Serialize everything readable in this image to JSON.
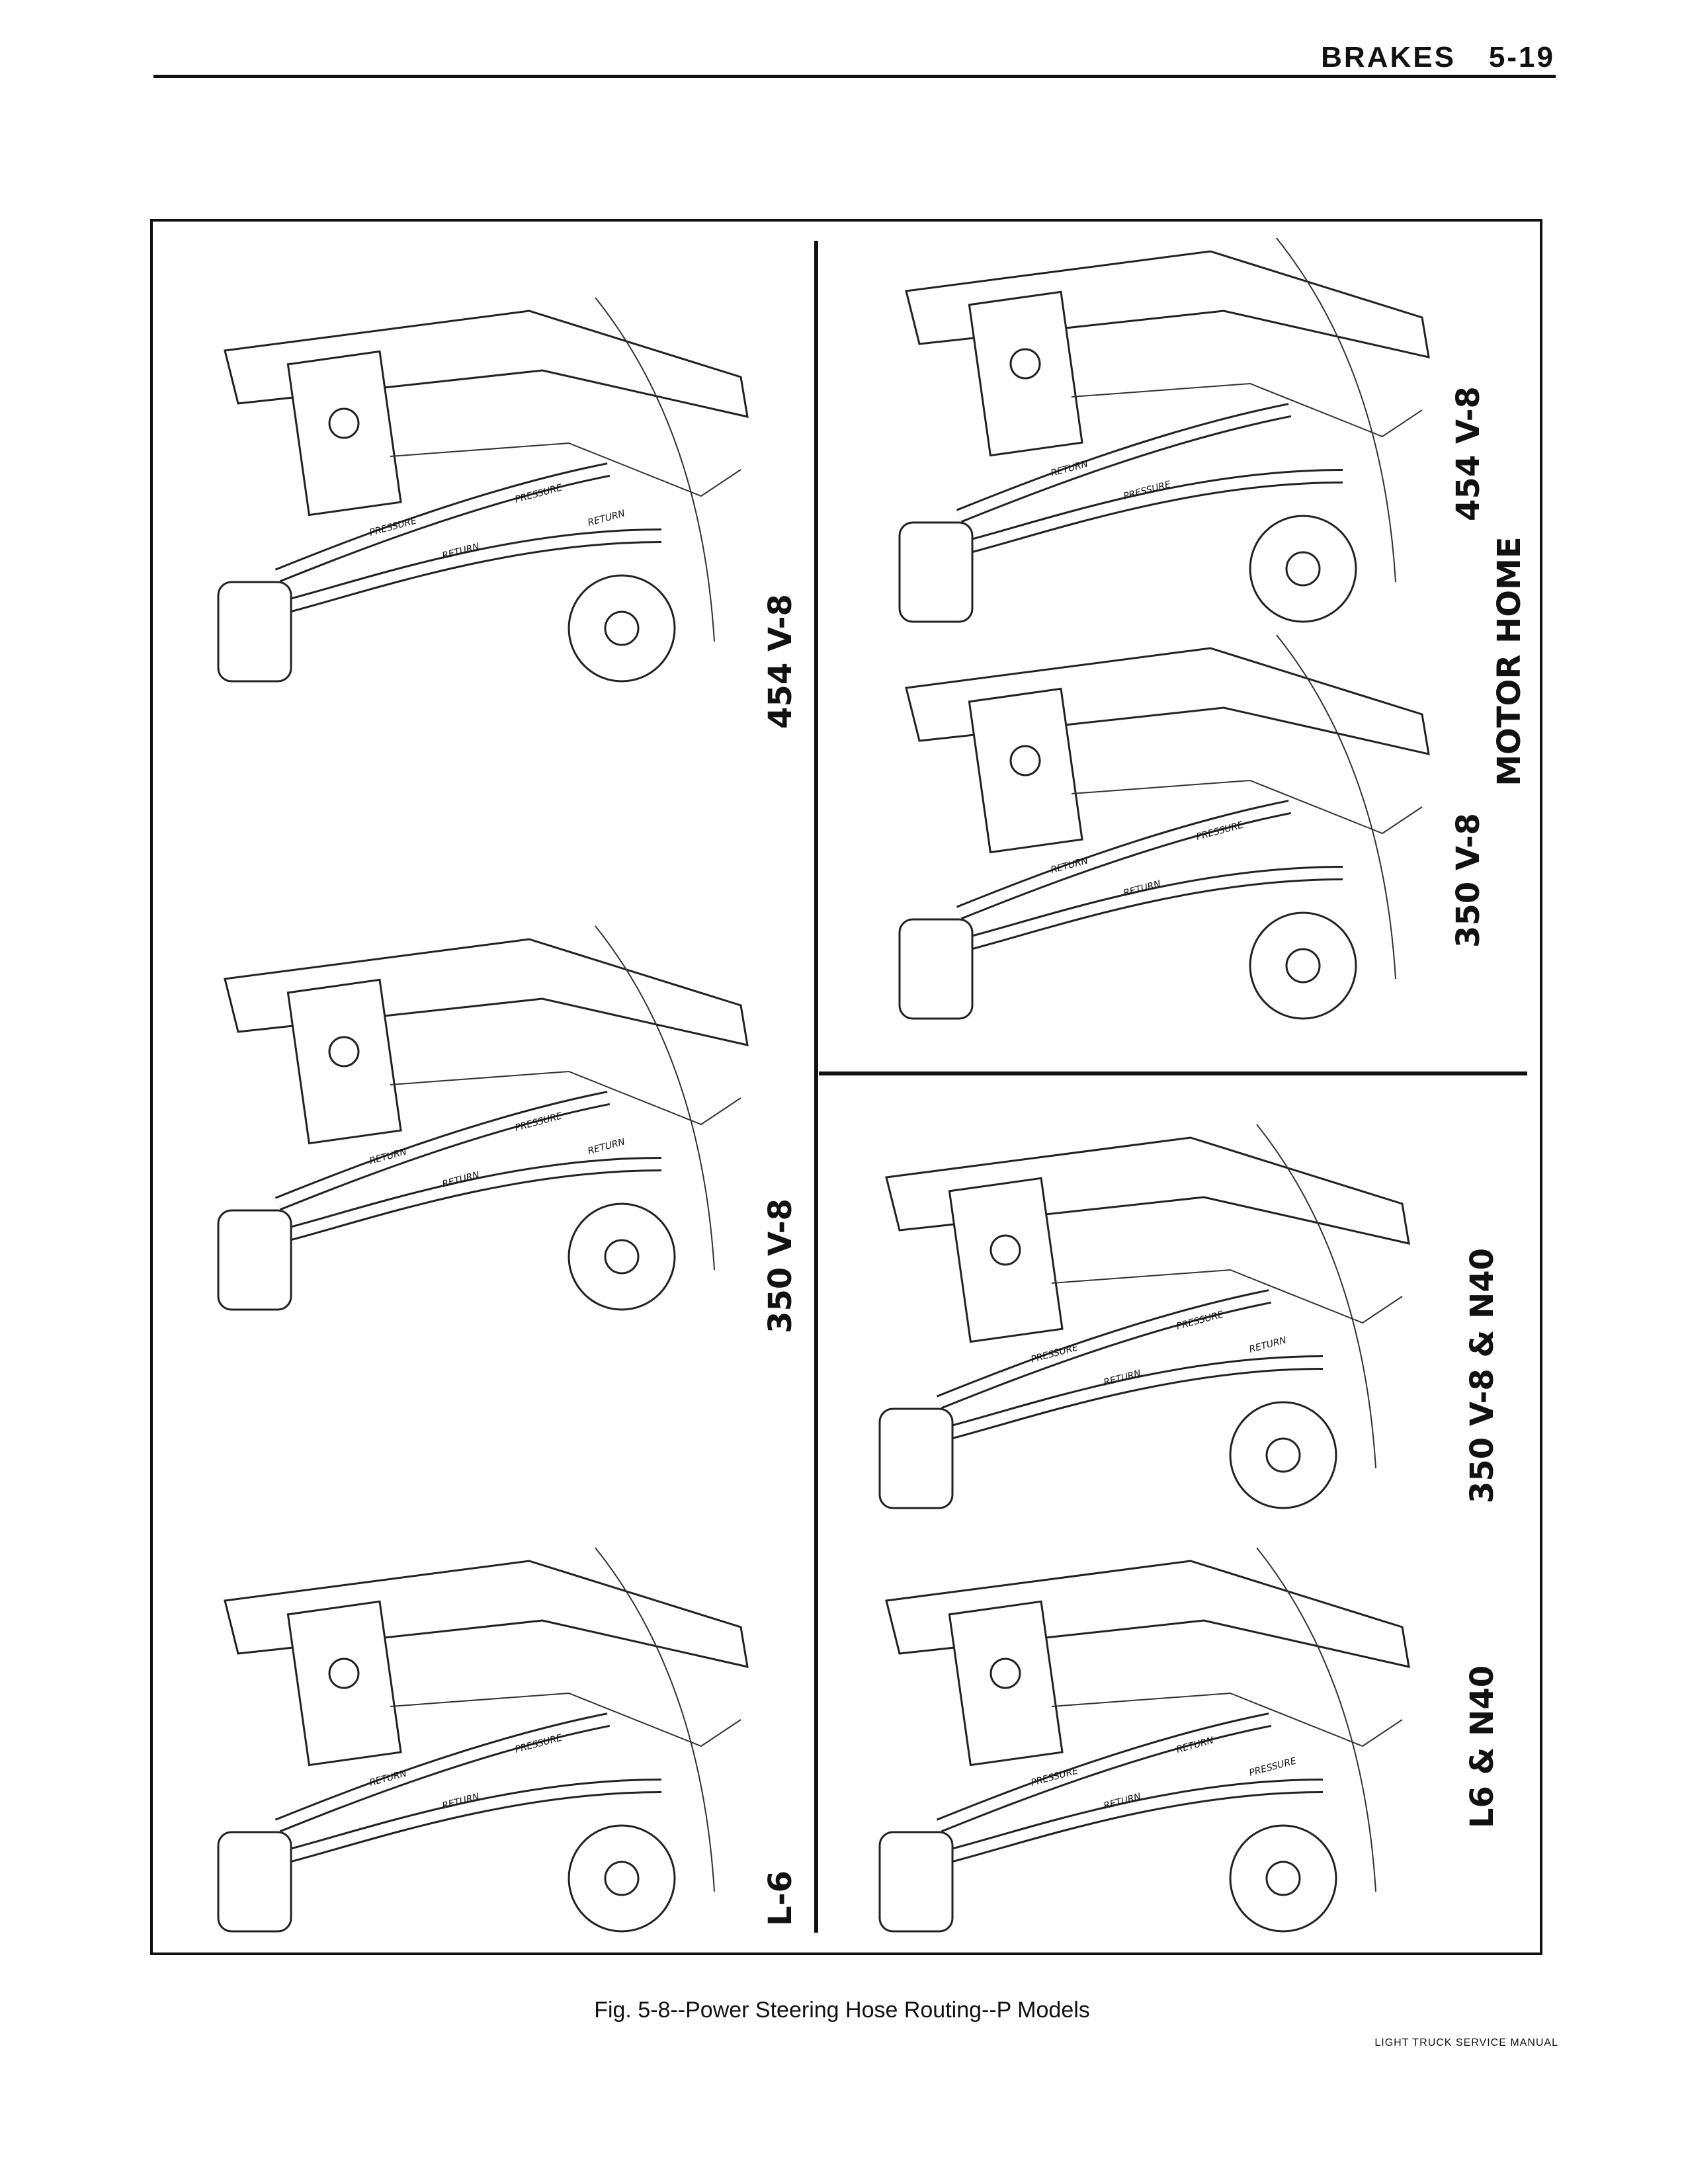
{
  "header": {
    "section": "BRAKES",
    "page": "5-19"
  },
  "figure": {
    "caption": "Fig. 5-8--Power Steering Hose Routing--P Models",
    "group_label": "MOTOR HOME",
    "panels": [
      {
        "label": "454 V-8",
        "hoses": [
          "PRESSURE",
          "RETURN",
          "PRESSURE",
          "RETURN"
        ]
      },
      {
        "label": "350 V-8",
        "hoses": [
          "RETURN",
          "RETURN",
          "PRESSURE",
          "RETURN"
        ]
      },
      {
        "label": "L-6",
        "hoses": [
          "RETURN",
          "RETURN",
          "PRESSURE"
        ]
      },
      {
        "label": "454 V-8",
        "hoses": [
          "RETURN",
          "PRESSURE"
        ]
      },
      {
        "label": "350 V-8",
        "hoses": [
          "RETURN",
          "RETURN",
          "PRESSURE"
        ]
      },
      {
        "label": "350 V-8 & N40",
        "hoses": [
          "PRESSURE",
          "RETURN",
          "PRESSURE",
          "RETURN"
        ]
      },
      {
        "label": "L6 & N40",
        "hoses": [
          "PRESSURE",
          "RETURN",
          "RETURN",
          "PRESSURE"
        ]
      }
    ]
  },
  "footer": "LIGHT TRUCK SERVICE MANUAL"
}
